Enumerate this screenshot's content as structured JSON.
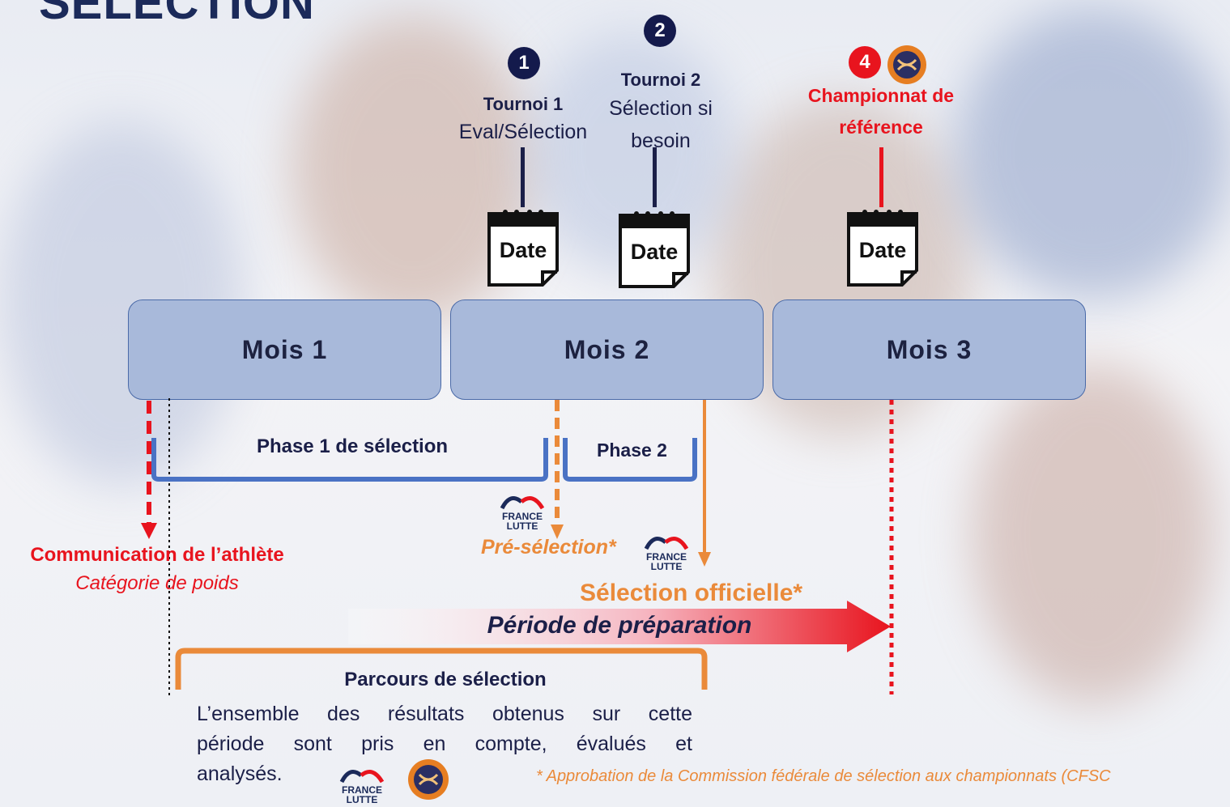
{
  "page_title": "SÉLECTION",
  "events": [
    {
      "number": "1",
      "title": "Tournoi 1",
      "subtitle": "Eval/Sélection"
    },
    {
      "number": "2",
      "title": "Tournoi 2",
      "subtitle_line1": "Sélection si",
      "subtitle_line2": "besoin"
    },
    {
      "number": "4",
      "title_line1": "Championnat de",
      "title_line2": "référence"
    }
  ],
  "calendar_label": "Date",
  "months": [
    "Mois 1",
    "Mois 2",
    "Mois 3"
  ],
  "phases": {
    "phase1": "Phase 1 de sélection",
    "phase2": "Phase 2"
  },
  "communication": {
    "title": "Communication de l’athlète",
    "subtitle": "Catégorie de poids"
  },
  "preselection": "Pré-sélection*",
  "official_selection": "Sélection officielle*",
  "preparation_period": "Période de préparation",
  "pathway": {
    "title": "Parcours de sélection",
    "line1": "L’ensemble des résultats obtenus sur cette",
    "line2": "période sont pris en compte, évalués et",
    "line3": "analysés."
  },
  "footnote": "* Approbation de la Commission fédérale de sélection aux championnats (CFSC",
  "logo_text": {
    "line1": "FRANCE",
    "line2": "LUTTE"
  },
  "colors": {
    "navy": "#141a4c",
    "month_fill": "#a8b9da",
    "blue_bracket": "#4a72c4",
    "orange": "#ea8a3a",
    "red": "#e8141e"
  },
  "icons": [
    "calendar-icon",
    "france-lutte-logo",
    "uww-logo"
  ]
}
